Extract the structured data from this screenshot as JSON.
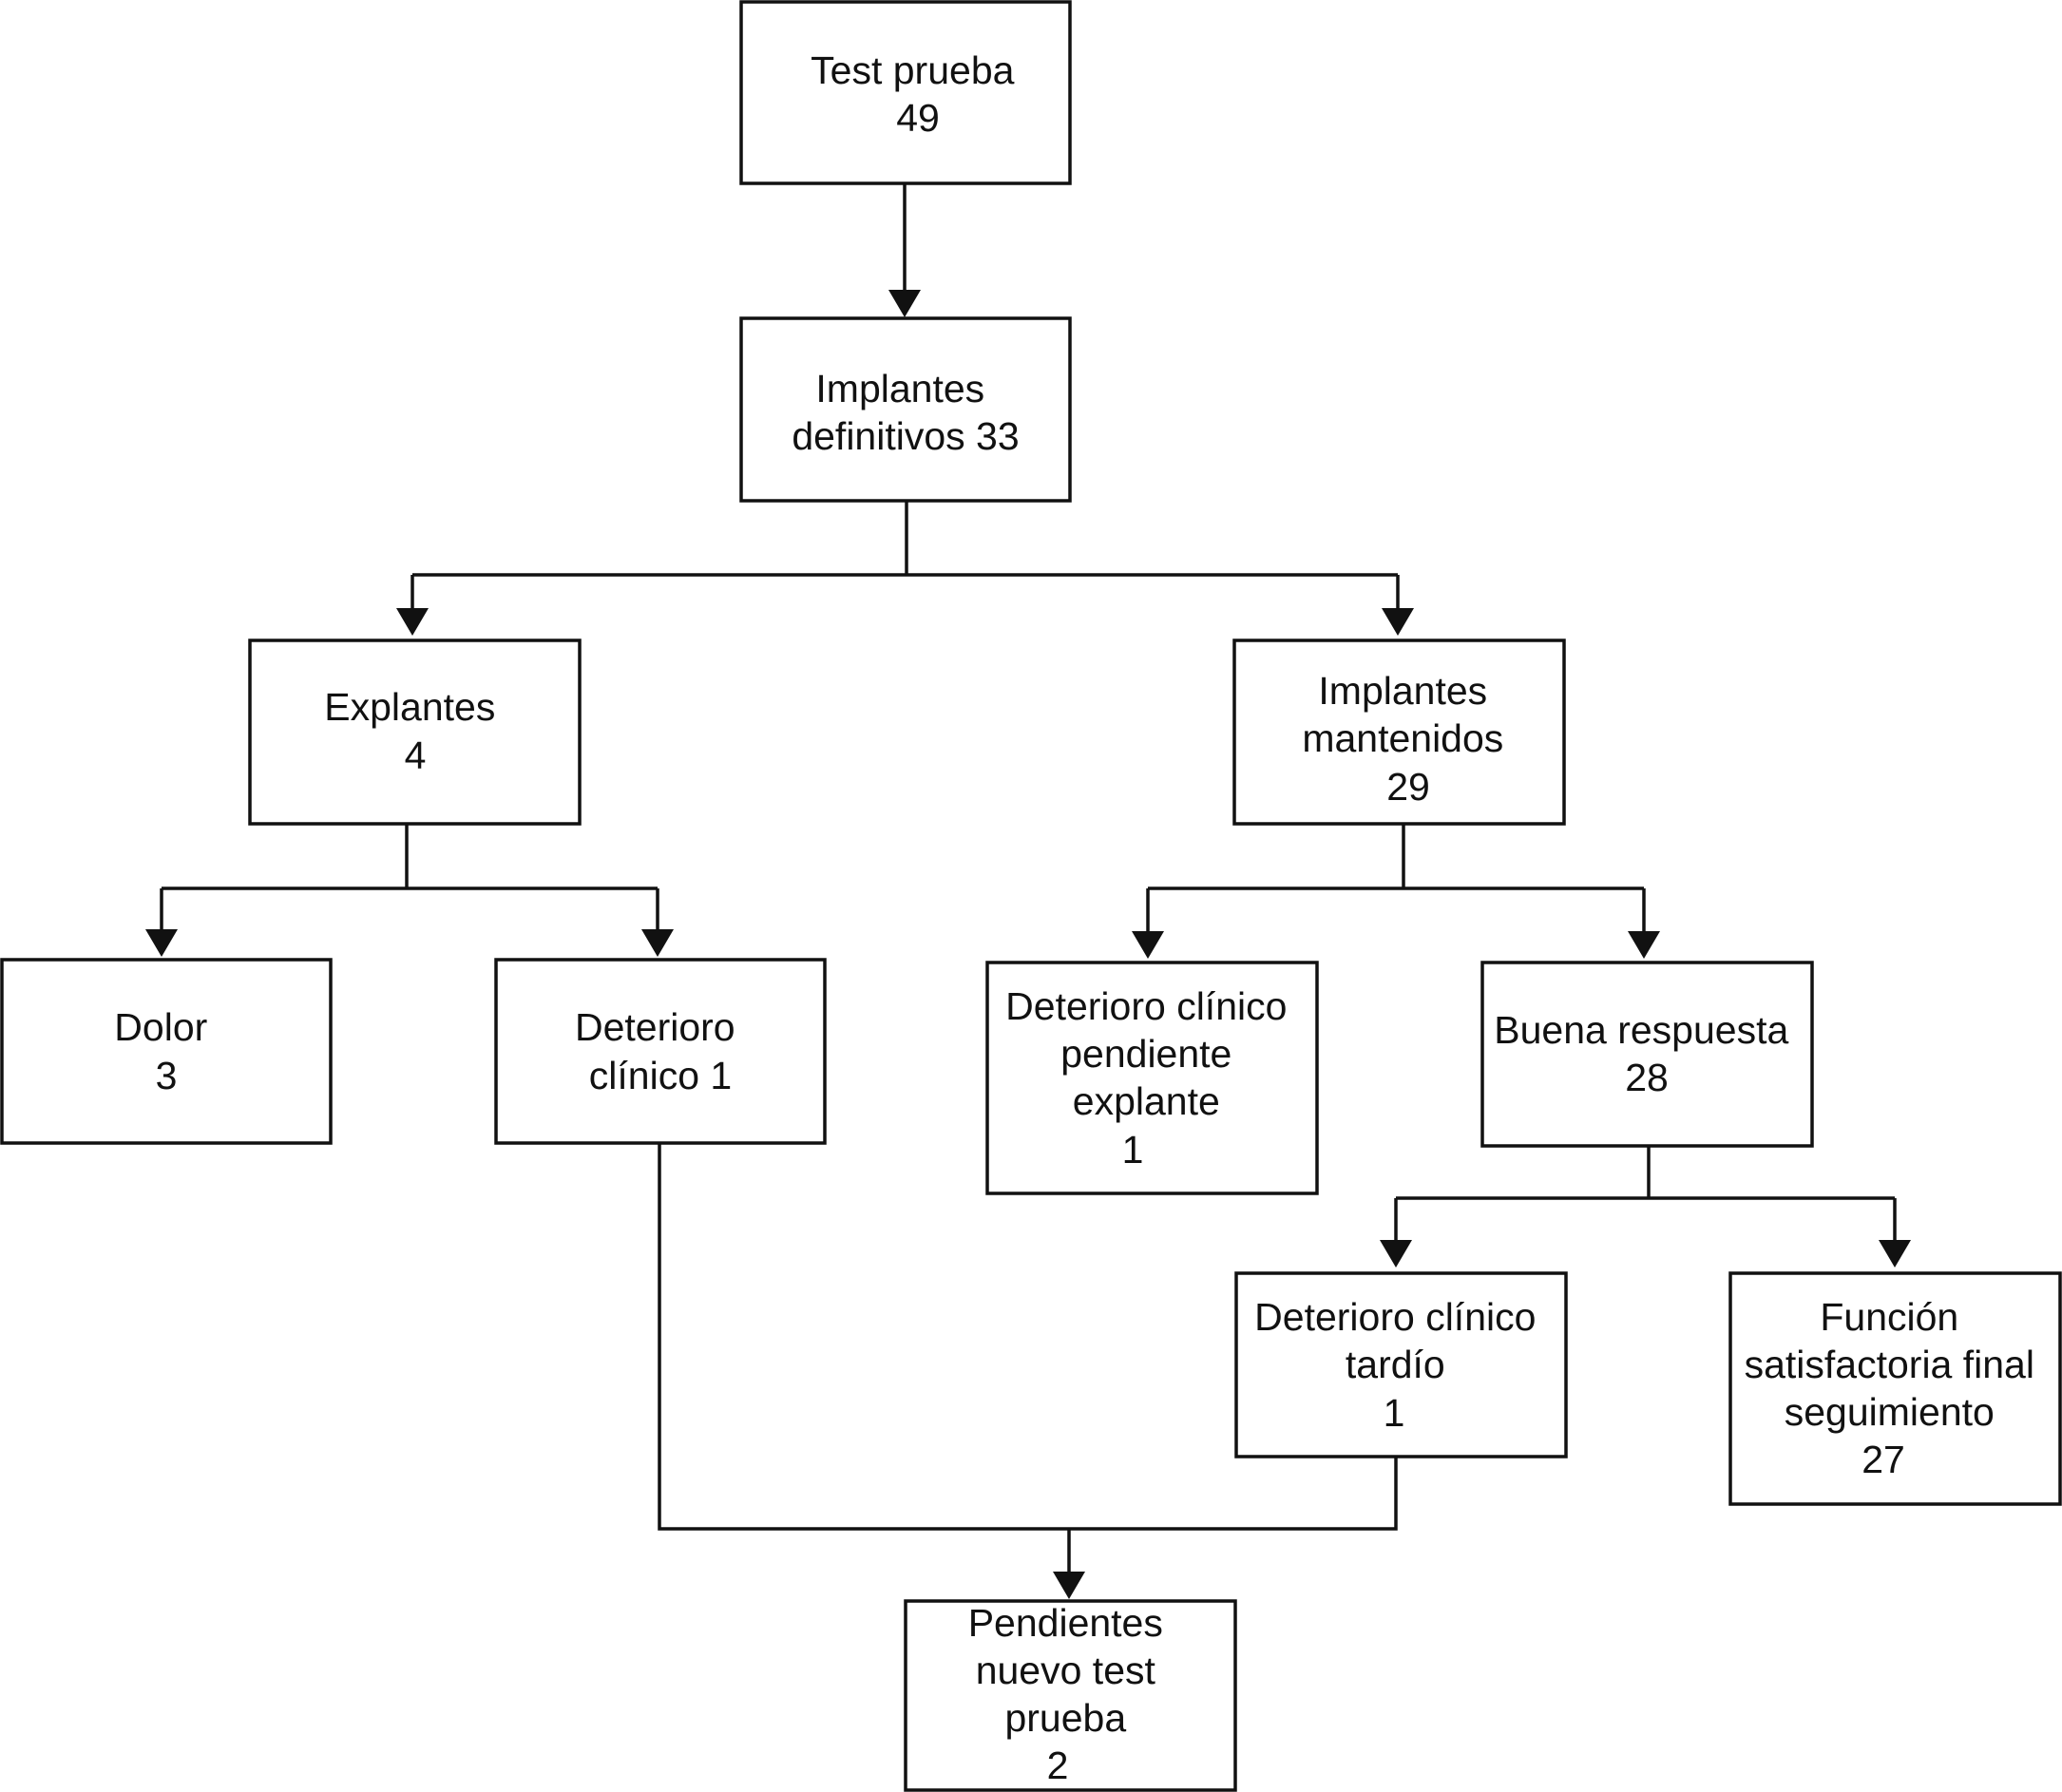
{
  "nodes": {
    "test_prueba": {
      "lines": [
        "Test prueba",
        "49"
      ]
    },
    "implantes_definitivos": {
      "lines": [
        "Implantes",
        "definitivos 33"
      ]
    },
    "explantes": {
      "lines": [
        "Explantes",
        "4"
      ]
    },
    "implantes_mantenidos": {
      "lines": [
        "Implantes",
        "mantenidos",
        "29"
      ]
    },
    "dolor": {
      "lines": [
        "Dolor",
        "3"
      ]
    },
    "deterioro_clinico": {
      "lines": [
        "Deterioro",
        "clínico 1"
      ]
    },
    "deterioro_pendiente_explante": {
      "lines": [
        "Deterioro clínico",
        "pendiente",
        "explante",
        "1"
      ]
    },
    "buena_respuesta": {
      "lines": [
        "Buena respuesta",
        "28"
      ]
    },
    "deterioro_tardio": {
      "lines": [
        "Deterioro clínico",
        "tardío",
        "1"
      ]
    },
    "funcion_satisfactoria": {
      "lines": [
        "Función",
        "satisfactoria final",
        "seguimiento",
        "27"
      ]
    },
    "pendientes_nuevo_test": {
      "lines": [
        "Pendientes",
        "nuevo test",
        "prueba",
        "2"
      ]
    }
  },
  "colors": {
    "stroke": "#111111",
    "background": "#ffffff"
  }
}
